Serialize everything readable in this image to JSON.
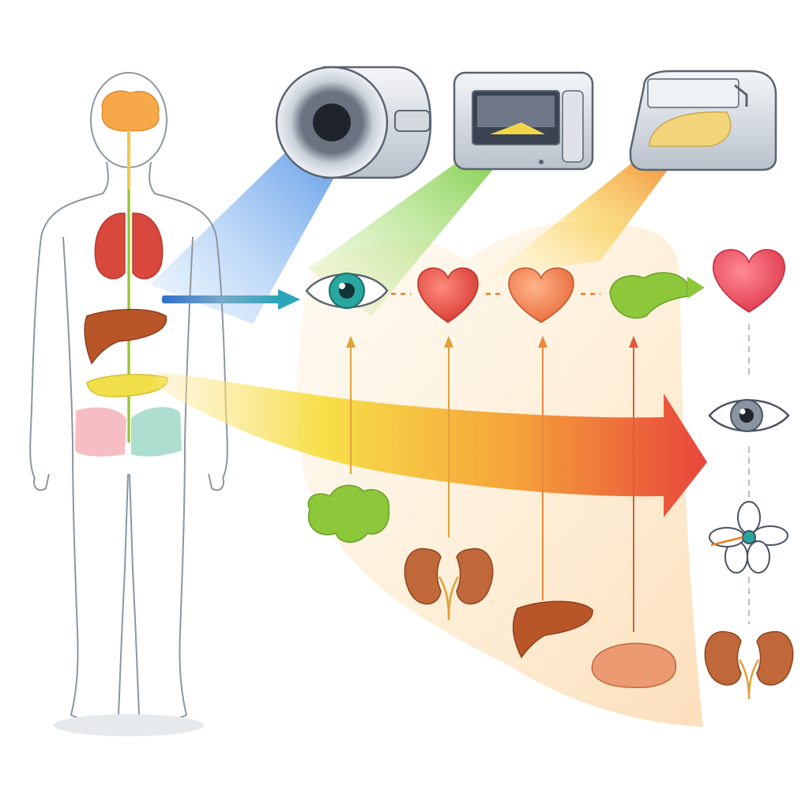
{
  "diagram": {
    "kind": "illustration",
    "text_labels": [],
    "colors": {
      "beam_blue": "#4a90e2",
      "beam_green": "#8cd64a",
      "beam_orange": "#f5a623",
      "arrow_yellow": "#f7e04a",
      "arrow_red": "#e8453c",
      "heart_red": "#e84a4a",
      "liver_brown": "#b8562a",
      "kidney_brown": "#c0683a",
      "pancreas_yellow": "#f2e04a",
      "lung_red": "#d9483c",
      "brain_orange": "#f7a94a",
      "eye_teal": "#2aa6a0",
      "background_wash": "#fde8c8"
    },
    "scanners": [
      {
        "name": "ct-scanner",
        "beam": "blue"
      },
      {
        "name": "imaging-device-green",
        "beam": "green"
      },
      {
        "name": "imaging-device-orange",
        "beam": "orange"
      }
    ],
    "body_organs": [
      "brain",
      "spinal-cord",
      "lungs",
      "liver",
      "pancreas",
      "intestines"
    ],
    "organ_chain": [
      "eye",
      "heart",
      "heart",
      "pancreas",
      "heart"
    ],
    "right_column": [
      "heart",
      "eye",
      "nerve-cell",
      "kidneys"
    ],
    "lower_organs": [
      "pancreas-green",
      "kidneys",
      "liver",
      "pancreas-orange"
    ]
  }
}
